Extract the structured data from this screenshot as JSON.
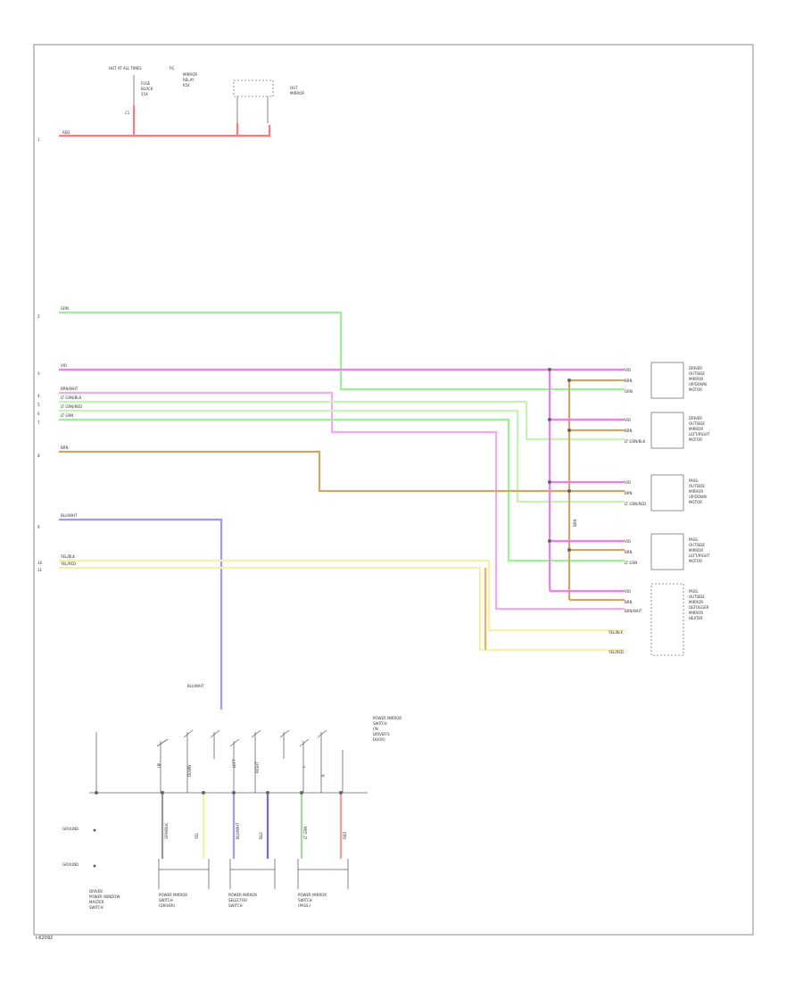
{
  "footer": {
    "code": "I-62092"
  },
  "colors": {
    "red": "#ff7b7b",
    "green": "#9cf29c",
    "magenta": "#f07cf0",
    "pink": "#f5a8f5",
    "lightgreen": "#c9f2b5",
    "tan": "#cfa868",
    "orange": "#f0b060",
    "blue": "#9a9cf5",
    "yellow": "#f2f2a8",
    "gray": "#999999",
    "darkgreen": "#a8d8a0"
  },
  "top": {
    "fuse_title": "HOT AT ALL TIMES",
    "fuse_id": "F6",
    "fuse_label_1": "FUSE",
    "fuse_label_2": "BLOCK",
    "fuse_amp": "15A",
    "relay_label_1": "MIRROR",
    "relay_label_2": "RELAY",
    "relay_id": "K54",
    "red_wire": "RED"
  },
  "row_numbers": [
    "1",
    "2",
    "3",
    "4",
    "5",
    "6",
    "7",
    "8",
    "9",
    "10",
    "11"
  ],
  "wires": [
    {
      "id": "w-green",
      "label": "GRN"
    },
    {
      "id": "w-magenta",
      "label": "VIO"
    },
    {
      "id": "w-pink",
      "label": "BRN/WHT"
    },
    {
      "id": "w-lg1",
      "label": "LT GRN/BLK"
    },
    {
      "id": "w-lg2",
      "label": "LT GRN/RED"
    },
    {
      "id": "w-lg3",
      "label": "LT GRN"
    },
    {
      "id": "w-tan",
      "label": "BRN"
    },
    {
      "id": "w-blue",
      "label": "BLU/WHT"
    },
    {
      "id": "w-y1",
      "label": "YEL/BLK"
    },
    {
      "id": "w-y2",
      "label": "YEL/RED"
    }
  ],
  "motors": [
    {
      "lines": [
        "DRIVER",
        "OUTSIDE",
        "MIRROR",
        "UP/DOWN",
        "MOTOR"
      ],
      "wires": [
        "VIO",
        "BRN",
        "GRN"
      ]
    },
    {
      "lines": [
        "DRIVER",
        "OUTSIDE",
        "MIRROR",
        "LEFT/RIGHT",
        "MOTOR"
      ],
      "wires": [
        "VIO",
        "BRN",
        "LT GRN/BLK"
      ]
    },
    {
      "lines": [
        "PASS.",
        "OUTSIDE",
        "MIRROR",
        "UP/DOWN",
        "MOTOR"
      ],
      "wires": [
        "VIO",
        "BRN",
        "LT GRN/RED"
      ]
    },
    {
      "lines": [
        "PASS.",
        "OUTSIDE",
        "MIRROR",
        "LEFT/RIGHT",
        "MOTOR"
      ],
      "wires": [
        "VIO",
        "BRN",
        "LT GRN"
      ]
    },
    {
      "lines": [
        "PASS.",
        "OUTSIDE",
        "MIRROR",
        "DEFOGGER",
        "MIRROR",
        "HEATER"
      ],
      "wires": [
        "VIO",
        "BRN",
        "BRN/WHT",
        "YEL/BLK",
        "YEL/RED"
      ]
    }
  ],
  "bottom": {
    "blue_wire": "BLU/WHT",
    "switch_title": [
      "POWER MIRROR",
      "SWITCH",
      "(IN",
      "DRIVER'S",
      "DOOR)"
    ],
    "switch_positions": [
      "UP",
      "DOWN",
      "LEFT",
      "RIGHT",
      "L",
      "R"
    ],
    "ground_labels": [
      "GROUND",
      "GROUND"
    ],
    "modules": [
      [
        "DRIVER",
        "POWER WINDOW",
        "MASTER",
        "SWITCH"
      ],
      [
        "POWER MIRROR",
        "SWITCH",
        "(DRIVER)"
      ],
      [
        "POWER MIRROR",
        "SELECTOR",
        "SWITCH"
      ],
      [
        "POWER MIRROR",
        "SWITCH",
        "(PASS.)"
      ]
    ],
    "connector_wires": [
      "GRN/BLK",
      "YEL",
      "BLU/WHT",
      "BLU",
      "LT GRN",
      "RED"
    ]
  }
}
